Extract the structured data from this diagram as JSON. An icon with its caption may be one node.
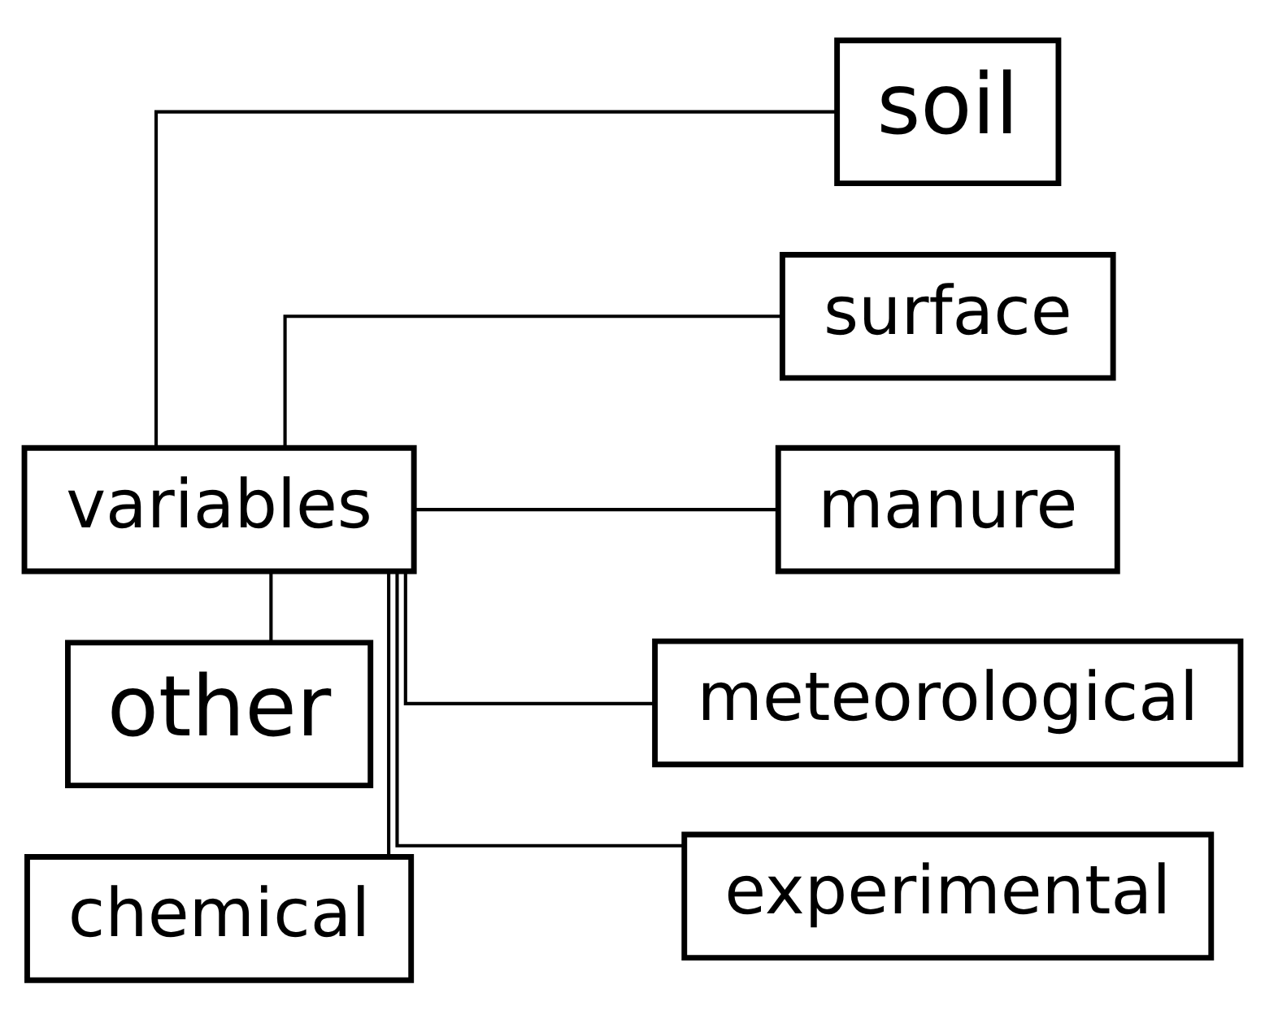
{
  "diagram": {
    "nodes": [
      {
        "text": [
          "chemical"
        ]
      },
      {
        "text": [
          "soil"
        ]
      },
      {
        "text": [
          "surface"
        ]
      },
      {
        "text": [
          "variables"
        ]
      },
      {
        "text": [
          "manure"
        ]
      },
      {
        "text": [
          "meteorological"
        ]
      },
      {
        "text": [
          "other"
        ]
      },
      {
        "text": [
          "experimental"
        ]
      }
    ],
    "edges": [
      {
        "from": 3,
        "to": 0,
        "arrow": "none"
      },
      {
        "from": 3,
        "to": 1,
        "arrow": "none"
      },
      {
        "from": 3,
        "to": 2,
        "arrow": "none"
      },
      {
        "from": 3,
        "to": 4,
        "arrow": "none"
      },
      {
        "from": 3,
        "to": 5,
        "arrow": "none"
      },
      {
        "from": 3,
        "to": 6,
        "arrow": "none"
      },
      {
        "from": 3,
        "to": 7,
        "arrow": "none"
      }
    ]
  }
}
